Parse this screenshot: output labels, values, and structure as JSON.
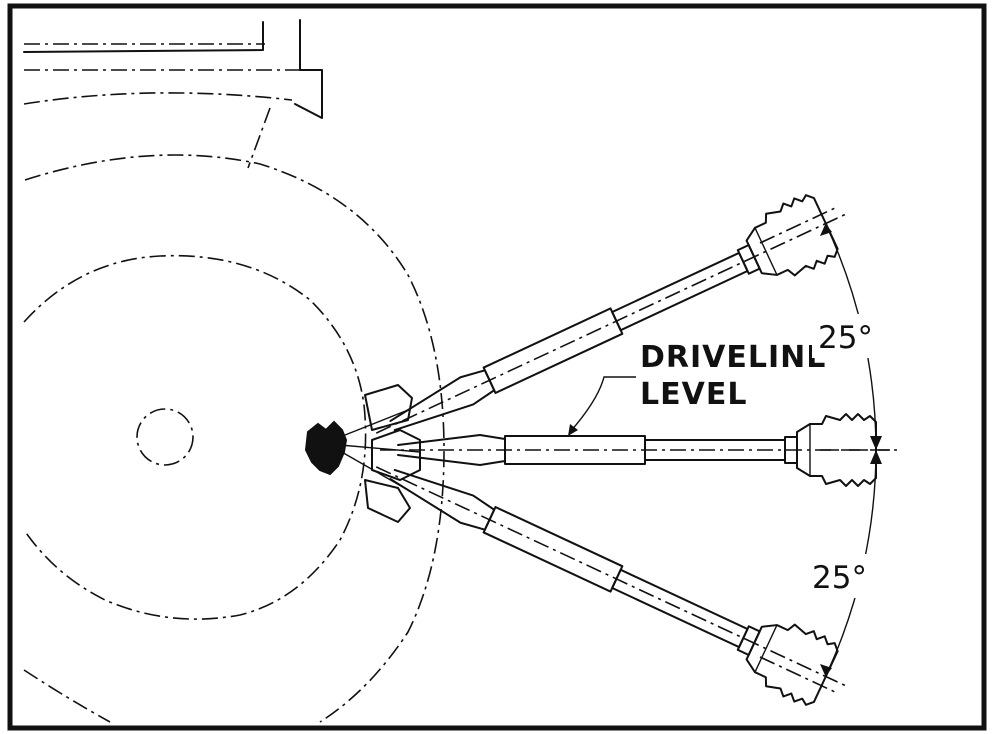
{
  "diagram": {
    "callout": {
      "line1": "DRIVELINE",
      "line2": "LEVEL"
    },
    "angles": {
      "upper": "25°",
      "lower": "25°"
    },
    "colors": {
      "ink": "#111111",
      "paper": "#ffffff"
    }
  }
}
